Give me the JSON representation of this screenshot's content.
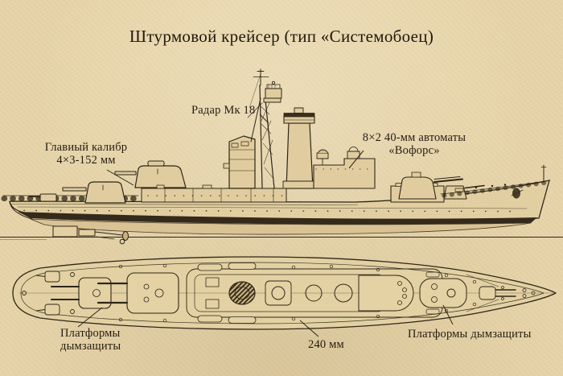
{
  "title": "Штурмовой крейсер (тип «Системобоец)",
  "colors": {
    "paper": "#e8d5ab",
    "ink": "#2e2617",
    "dark_band": "#342a1b"
  },
  "side_view": {
    "labels": {
      "radar": "Радар Мк 18",
      "main_caliber_line1": "Главиый калибр",
      "main_caliber_line2": "4×3-152 мм",
      "aa_line1": "8×2 40-мм автоматы",
      "aa_line2": "«Вофорс»"
    }
  },
  "top_view": {
    "labels": {
      "smoke_platforms_left_line1": "Платформы",
      "smoke_platforms_left_line2": "дымзащиты",
      "beam": "240 мм",
      "smoke_platforms_right": "Платформы дымзащиты"
    }
  }
}
